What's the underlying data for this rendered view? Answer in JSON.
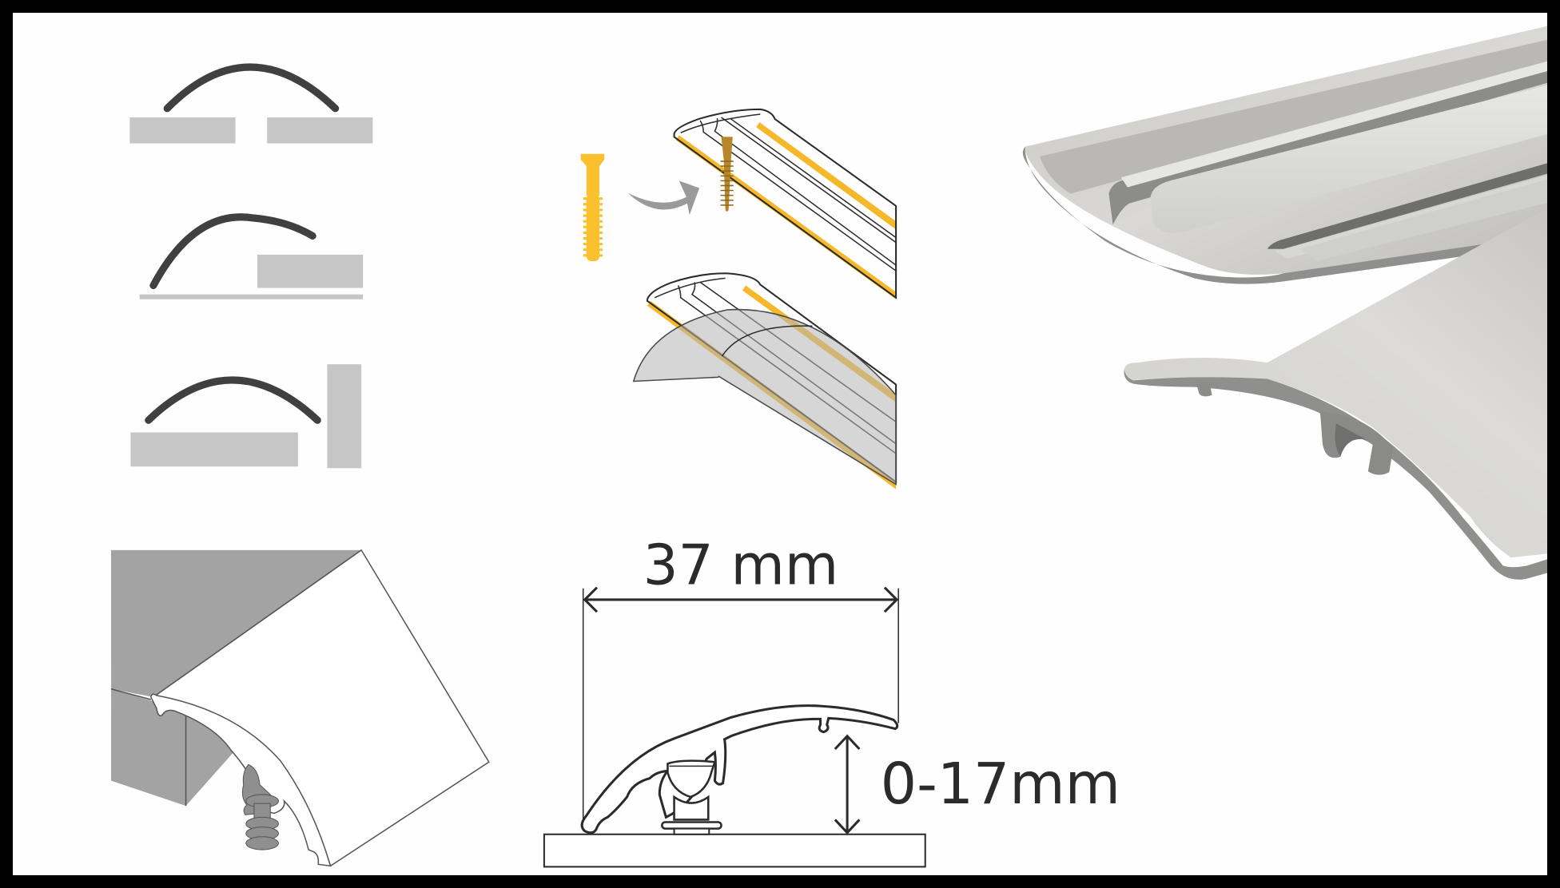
{
  "title": "Floor transition profile – installation diagram",
  "colors": {
    "background": "#fefefe",
    "frame": "#000000",
    "arc": "#404040",
    "floor_block": "#c6c6c6",
    "line": "#2b2b2b",
    "adhesive_tape": "#f5b82a",
    "screw": "#fbc02d",
    "screw_installed": "#b8862a",
    "arrow": "#9a9a9a",
    "threshold_wall": "#a3a3a3",
    "product_gray": "#9c9c9c",
    "product_light": "#d0d0cc"
  },
  "use_cases": [
    {
      "id": "equal-height",
      "description": "Profile bridging two floors of equal height"
    },
    {
      "id": "height-difference",
      "description": "Profile bridging floors of different height"
    },
    {
      "id": "floor-to-wall",
      "description": "Profile finishing a floor against a wall"
    }
  ],
  "mounting": {
    "screw_icon": "screw-icon",
    "arrow_icon": "curved-arrow-icon",
    "methods": [
      "screw-mount",
      "adhesive-tape-mount"
    ]
  },
  "dimensions": {
    "width_label": "37 mm",
    "height_label": "0-17mm"
  }
}
